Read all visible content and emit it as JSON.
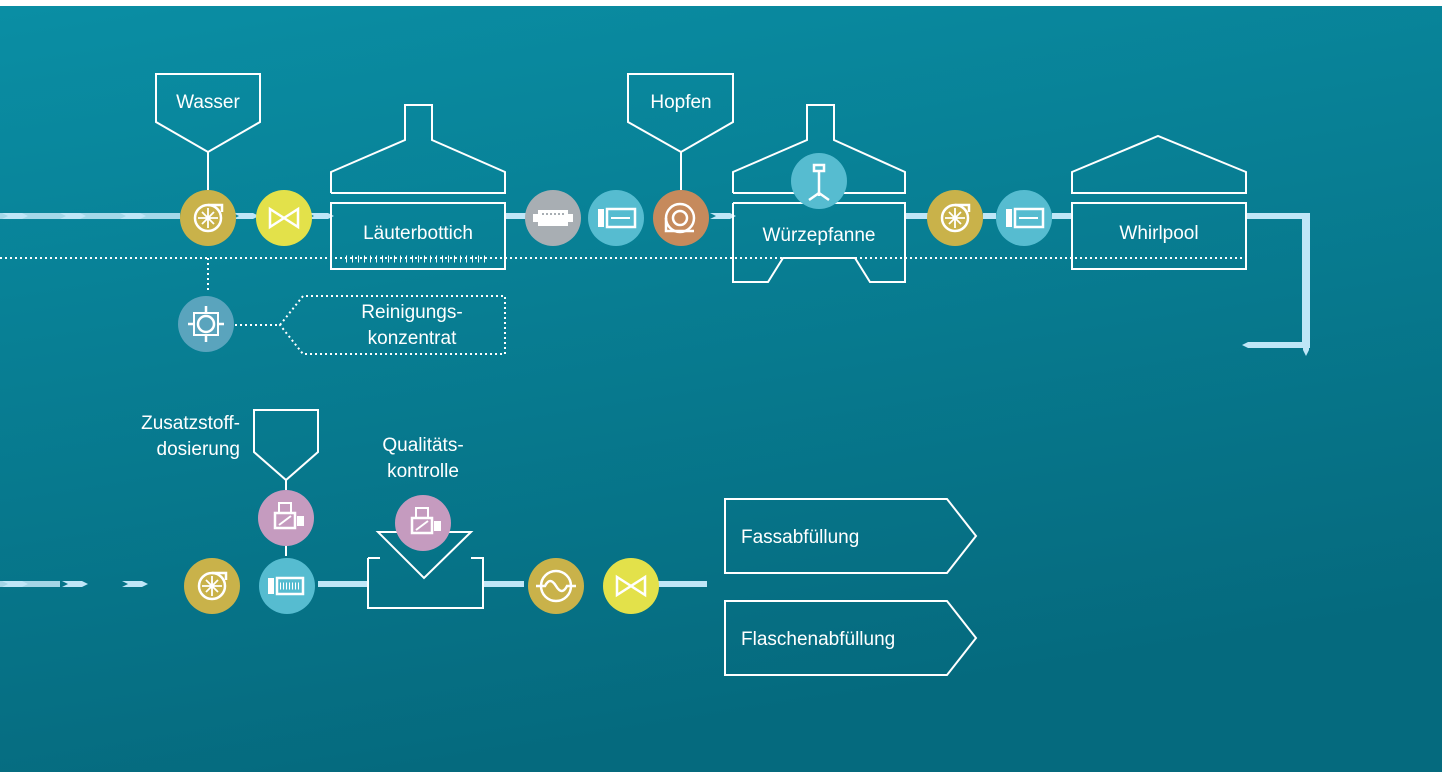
{
  "labels": {
    "wasser": "Wasser",
    "lauterbottich": "Läuterbottich",
    "hopfen": "Hopfen",
    "wurzepfanne": "Würzepfanne",
    "whirlpool": "Whirlpool",
    "reinigung_1": "Reinigungs-",
    "reinigung_2": "konzentrat",
    "zusatz_1": "Zusatzstoff-",
    "zusatz_2": "dosierung",
    "qualitat_1": "Qualitäts-",
    "qualitat_2": "kontrolle",
    "fass": "Fassabfüllung",
    "flasche": "Flaschenabfüllung"
  },
  "colors": {
    "background_top": "#0a8ea4",
    "background_bottom": "#056a7e",
    "flow": "#bfe6f7",
    "pump_gold": "#c9b24a",
    "valve_yellow": "#e3e14a",
    "sensor_teal": "#56bcd0",
    "motor_gray": "#a8aeb3",
    "hop_dosing_copper": "#c68a5c",
    "cleaning_blue": "#5aa4bd",
    "measure_pink": "#c59bbf"
  },
  "icons": [
    "pump-icon",
    "valve-icon",
    "flow-meter-icon",
    "motor-icon",
    "dosing-pump-icon",
    "agitator-icon",
    "cleaning-valve-icon",
    "measurement-icon",
    "heat-exchanger-icon",
    "filter-icon"
  ]
}
